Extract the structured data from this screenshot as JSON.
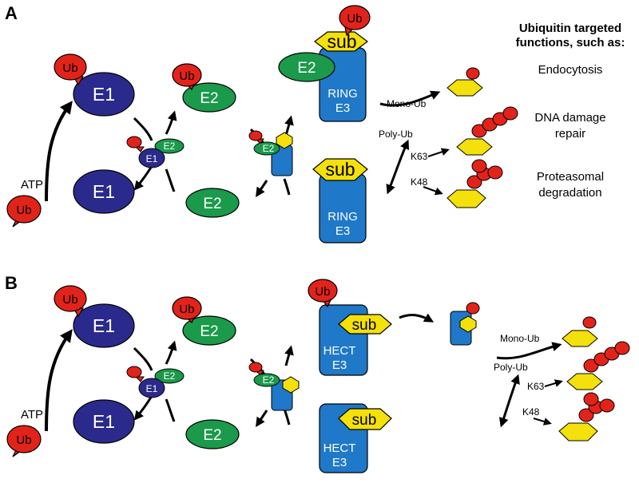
{
  "panels": {
    "a": {
      "letter": "A",
      "atp": "ATP",
      "ub": "Ub",
      "e1": "E1",
      "e2": "E2",
      "sub": "sub",
      "e3_name": "RING",
      "e3": "E3",
      "mono_ub": "Mono-Ub",
      "poly_ub": "Poly-Ub",
      "k63": "K63",
      "k48": "K48"
    },
    "b": {
      "letter": "B",
      "atp": "ATP",
      "ub": "Ub",
      "e1": "E1",
      "e2": "E2",
      "sub": "sub",
      "e3_name": "HECT",
      "e3": "E3",
      "mono_ub": "Mono-Ub",
      "poly_ub": "Poly-Ub",
      "k63": "K63",
      "k48": "K48"
    }
  },
  "functions": {
    "header_line1": "Ubiquitin targeted",
    "header_line2": "functions, such as:",
    "endocytosis": "Endocytosis",
    "dna_line1": "DNA damage",
    "dna_line2": "repair",
    "prot_line1": "Proteasomal",
    "prot_line2": "degradation"
  },
  "colors": {
    "ub": "#e2231a",
    "e1": "#2a2a8c",
    "e2": "#1a9a4a",
    "e3": "#1f78c8",
    "substrate": "#f4e00a"
  }
}
